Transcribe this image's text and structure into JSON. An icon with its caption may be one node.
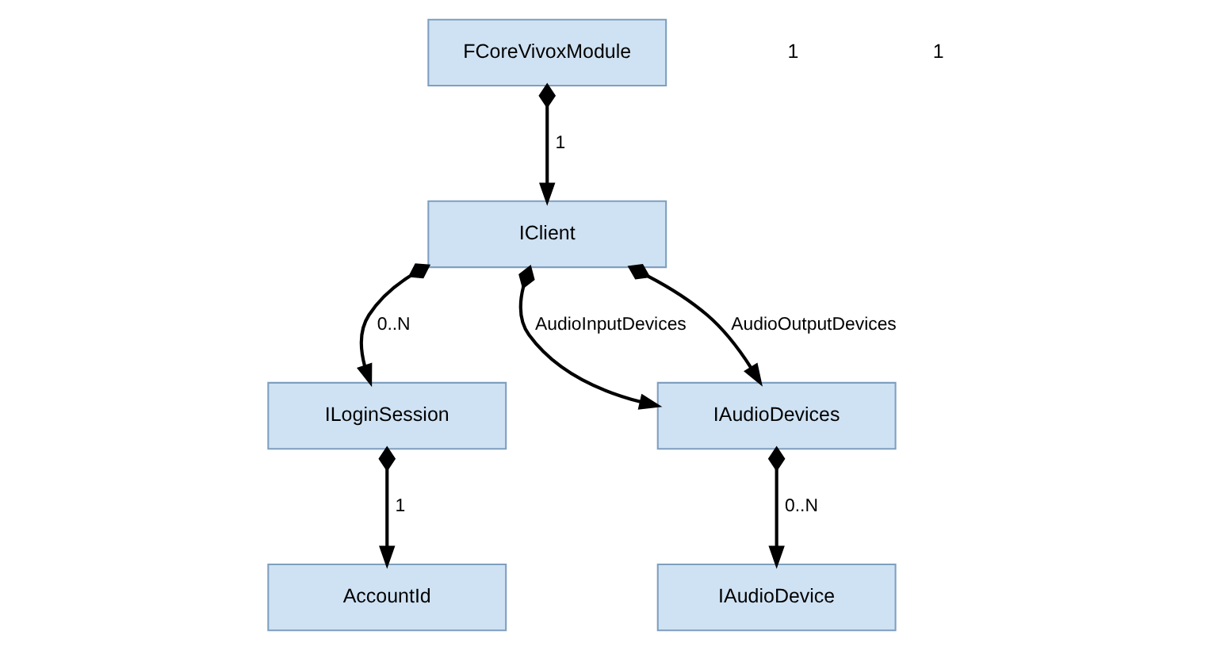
{
  "diagram": {
    "nodes": [
      {
        "text": [
          "FCoreVivoxModule"
        ]
      },
      {
        "text": [
          "IClient"
        ]
      },
      {
        "text": [
          "ILoginSession"
        ]
      },
      {
        "text": [
          "IAudioDevices"
        ]
      },
      {
        "text": [
          "AccountId"
        ]
      },
      {
        "text": [
          "IAudioDevice"
        ]
      }
    ],
    "edges": [
      {
        "from": 0,
        "to": 1,
        "arrow": "to",
        "label": "1"
      },
      {
        "from": 1,
        "to": 2,
        "arrow": "to",
        "label": "0..N"
      },
      {
        "from": 1,
        "to": 3,
        "arrow": "to",
        "label": "AudioInputDevices"
      },
      {
        "from": 1,
        "to": 3,
        "arrow": "to",
        "label": "AudioOutputDevices"
      },
      {
        "from": 2,
        "to": 4,
        "arrow": "to",
        "label": "1"
      },
      {
        "from": 3,
        "to": 5,
        "arrow": "to",
        "label": "0..N"
      }
    ],
    "labels": [
      "1",
      "1"
    ]
  }
}
